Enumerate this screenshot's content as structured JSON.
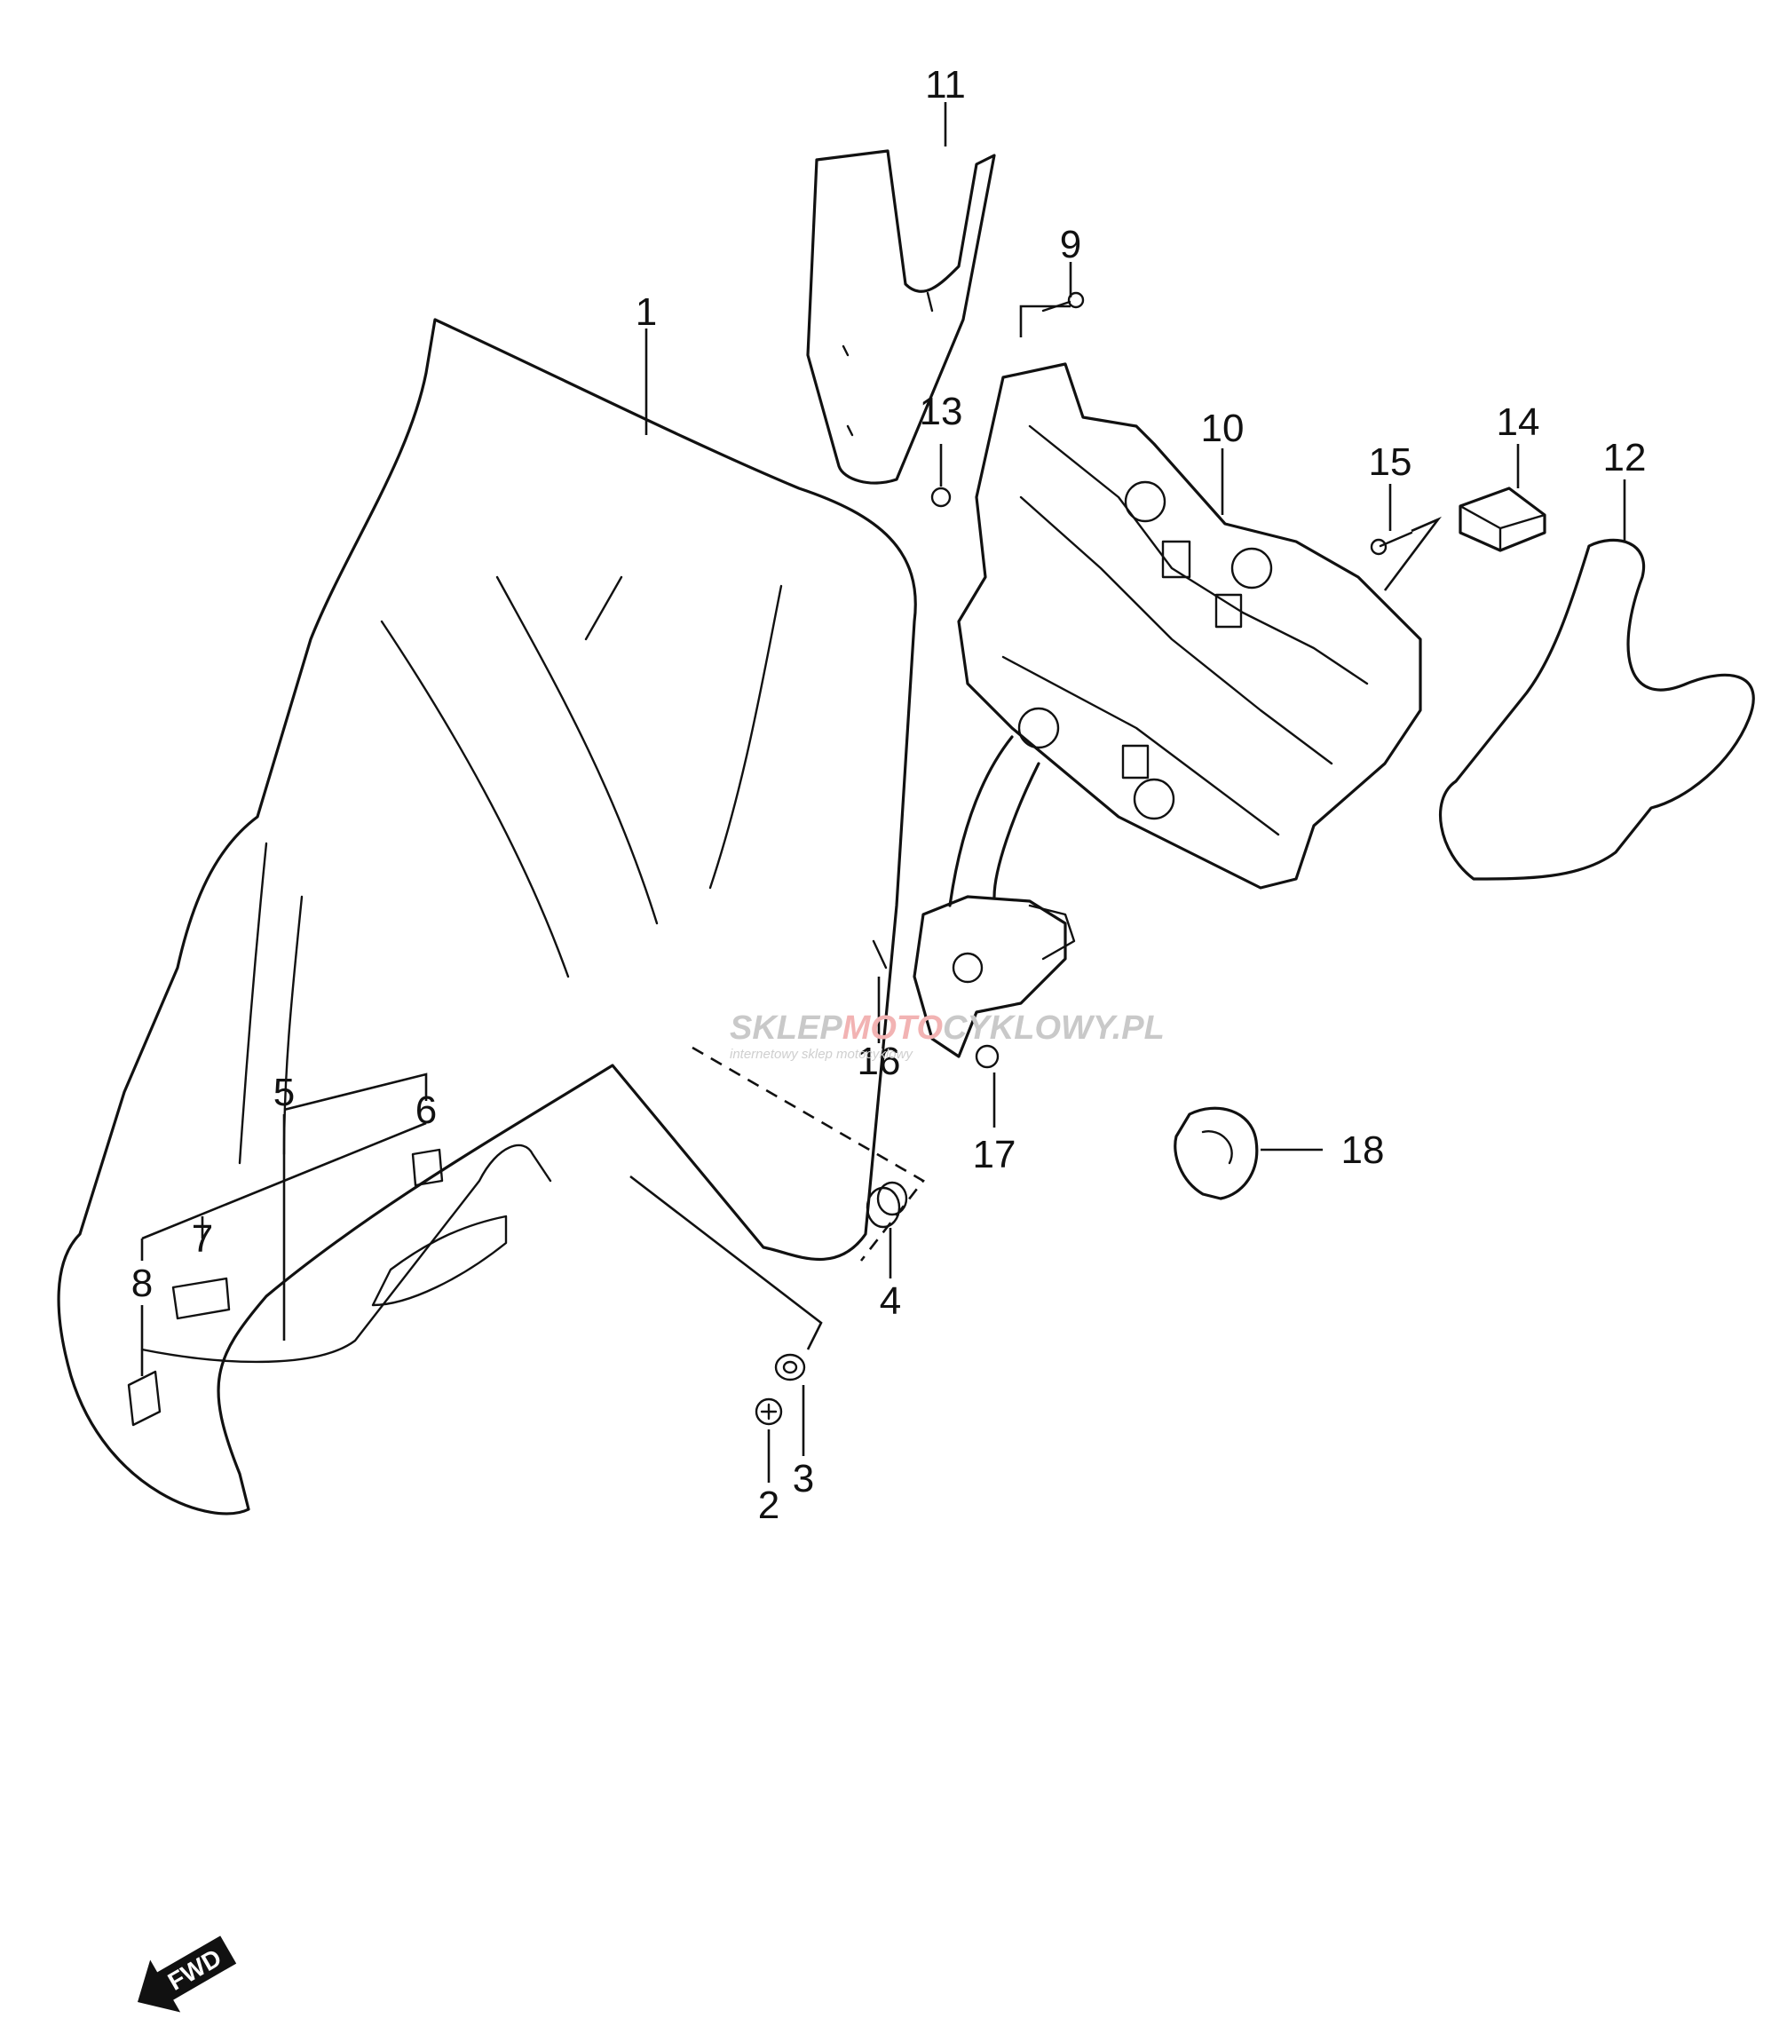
{
  "callouts": [
    "1",
    "2",
    "3",
    "4",
    "5",
    "6",
    "7",
    "8",
    "9",
    "10",
    "11",
    "12",
    "13",
    "14",
    "15",
    "16",
    "17",
    "18"
  ],
  "watermark": {
    "brand_a": "SKLEP",
    "brand_b": "MOTO",
    "brand_c": "CYKLOWY",
    "domain": ".PL",
    "tagline": "internetowy sklep motocyklowy"
  },
  "fwd_label": "FWD"
}
